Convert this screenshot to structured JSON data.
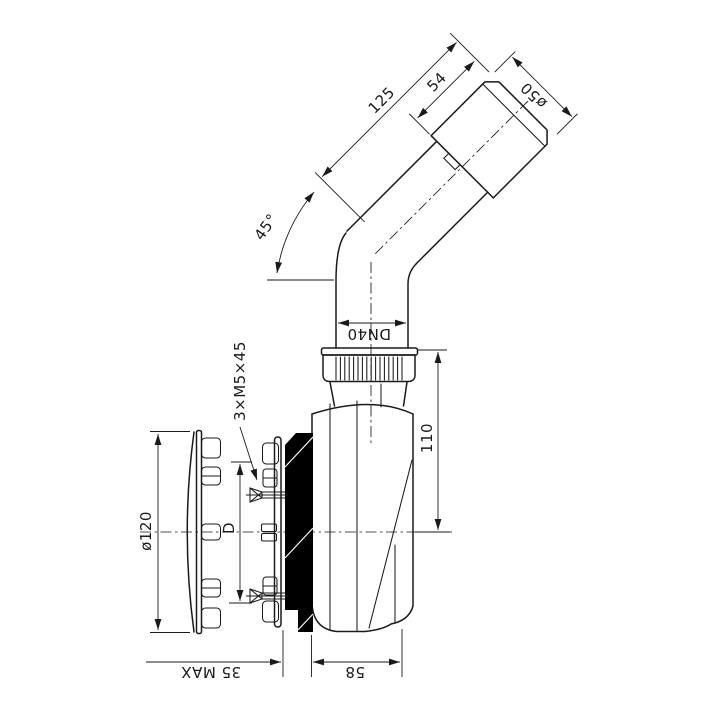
{
  "drawing": {
    "type": "technical-drawing-bottle-trap-siphon",
    "labels": {
      "incline_length": "125",
      "socket_length": "54",
      "socket_diameter": "ø50",
      "bend_angle": "45°",
      "pipe_nominal": "DN40",
      "screw_spec": "3×M5×45",
      "body_height": "110",
      "strainer_diameter": "ø120",
      "bolt_circle": "D",
      "deck_thickness_max": "35 MAX",
      "outlet_offset": "58"
    },
    "colors": {
      "line": "#1a1a1a",
      "background": "#ffffff",
      "gasket": "#000000"
    }
  }
}
